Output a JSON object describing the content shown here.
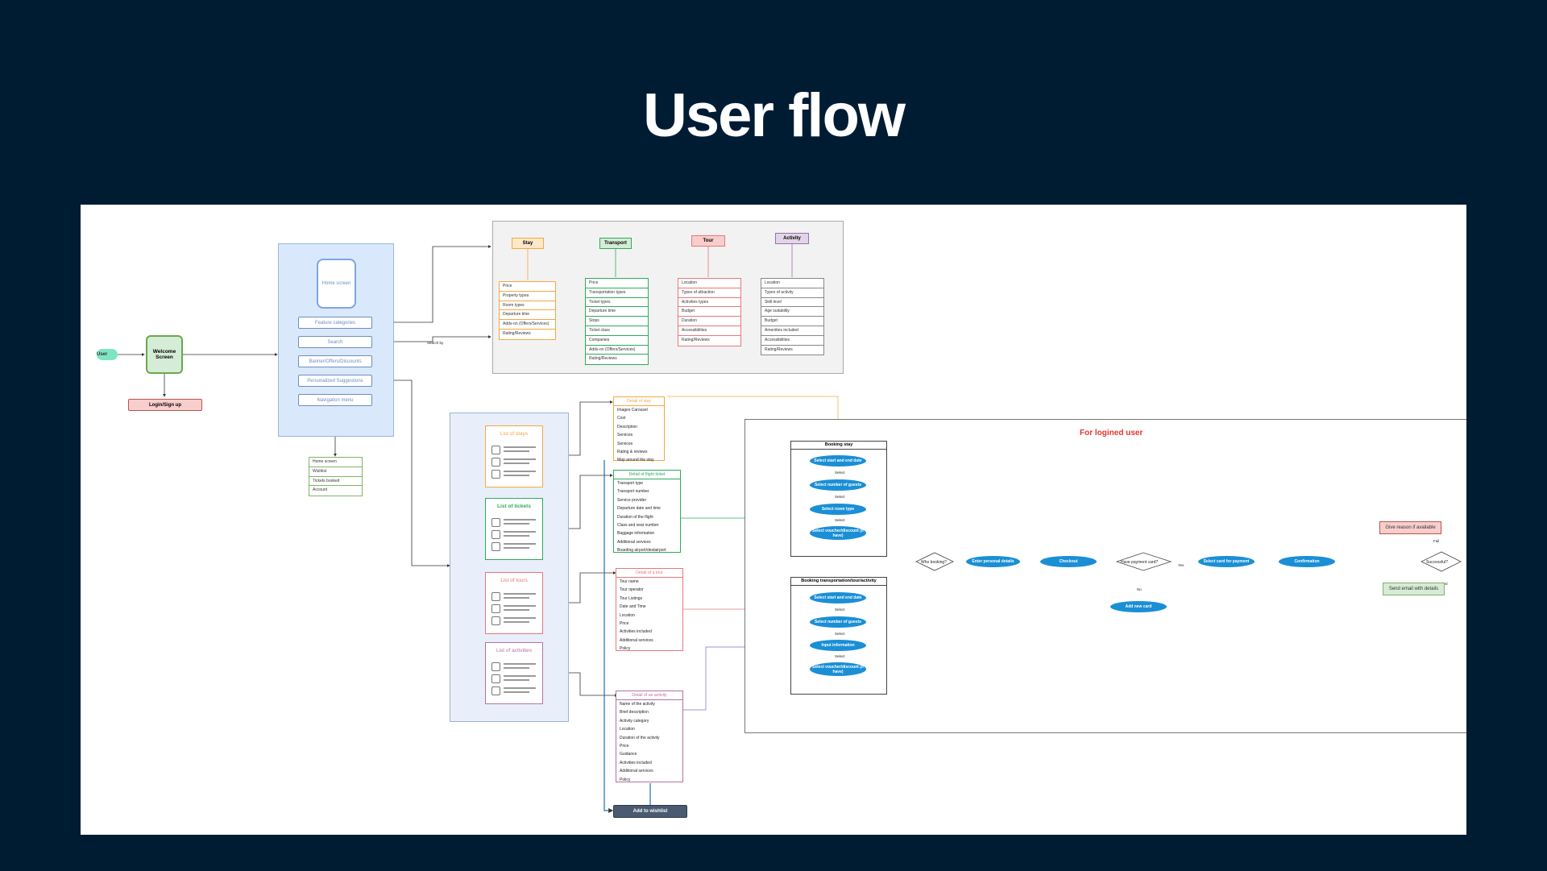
{
  "title": "User flow",
  "diagram": {
    "user": "User",
    "welcome": "Welcome Screen",
    "login": "Login/Sign up",
    "home": "Home screen",
    "home_buttons": [
      "Feature categories",
      "Search",
      "Banner/Offers/Discounts",
      "Personalized Suggestions",
      "Navigation menu"
    ],
    "search_by": "Search by",
    "nav_items": [
      "Home screen",
      "Wishlist",
      "Tickets booked",
      "Account"
    ],
    "categories": [
      {
        "label": "Stay",
        "color": "#f5a742",
        "fill": "#fde8c8",
        "items": [
          "Price",
          "Property types",
          "Room types",
          "Departure time",
          "Adds-on (Offers/Services)",
          "Rating/Reviews"
        ]
      },
      {
        "label": "Transport",
        "color": "#2eaa5c",
        "fill": "#d5ecd6",
        "items": [
          "Price",
          "Transportation types",
          "Ticket types",
          "Departure time",
          "Stops",
          "Ticket class",
          "Companies",
          "Adds-on (Offers/Services)",
          "Rating/Reviews"
        ]
      },
      {
        "label": "Tour",
        "color": "#e8777b",
        "fill": "#f8cecc",
        "items": [
          "Location",
          "Types of attraction",
          "Activities types",
          "Budget",
          "Duration",
          "Accessibilities",
          "Rating/Reviews"
        ]
      },
      {
        "label": "Activity",
        "color": "#9a6fb0",
        "fill": "#e1d5e7",
        "items": [
          "Location",
          "Types of activity",
          "Skill level",
          "Age suitability",
          "Budget",
          "Amenities included",
          "Accessibilities",
          "Rating/Reviews"
        ]
      }
    ],
    "list_cards": [
      {
        "label": "List of stays",
        "color": "#f5a742"
      },
      {
        "label": "List of tickets",
        "color": "#2eaa5c"
      },
      {
        "label": "List of tours",
        "color": "#e8777b"
      },
      {
        "label": "List of activities",
        "color": "#b5739d"
      }
    ],
    "details": [
      {
        "title": "Detail of stay",
        "color": "#f5a742",
        "rows": [
          "Images Carousel",
          "Cost",
          "Description",
          "Services",
          "Services",
          "Rating & reviews",
          "Map around the stay"
        ]
      },
      {
        "title": "Detail of flight ticket",
        "color": "#2eaa5c",
        "rows": [
          "Transport type",
          "Transport number",
          "Service provider",
          "Departure date and time",
          "Duration of the flight",
          "Class and seat number",
          "Baggage information",
          "Additional services",
          "Boarding airport/destairport"
        ]
      },
      {
        "title": "Detail of a tour",
        "color": "#e8777b",
        "rows": [
          "Tour name",
          "Tour operator",
          "Tour Listings",
          "Date and Time",
          "Location",
          "Price",
          "Activities included",
          "Additional services",
          "Policy"
        ]
      },
      {
        "title": "Detail of an activity",
        "color": "#b5739d",
        "rows": [
          "Name of the activity",
          "Brief description",
          "Activity category",
          "Location",
          "Duration of the activity",
          "Price",
          "Guidance",
          "Activities included",
          "Additional services",
          "Policy"
        ]
      }
    ],
    "wishlist": "Add to wishlist",
    "logged_title": "For logined user",
    "booking_stay": {
      "title": "Booking stay",
      "steps": [
        "Select start and end date",
        "Select number of guests",
        "Select room type",
        "Select voucher/discount (if have)"
      ],
      "connector": "Select"
    },
    "booking_other": {
      "title": "Booking transportation/tour/activity",
      "steps": [
        "Select start and end date",
        "Select number of guests",
        "Input information",
        "Select voucher/discount (if have)"
      ],
      "connector": "Select"
    },
    "flow": {
      "who": "Who booking?",
      "personal": "Enter personal details",
      "checkout": "Checkout",
      "have_card": "Have payment card?",
      "yes": "Yes",
      "no": "No",
      "add_card": "Add new card",
      "select_card": "Select card for payment",
      "confirm": "Confirmation",
      "success_q": "Successful?",
      "fail": "Fail",
      "succeeded": "Succeeded",
      "fail_box": "Give reason if available",
      "success_box": "Send email with details"
    }
  }
}
